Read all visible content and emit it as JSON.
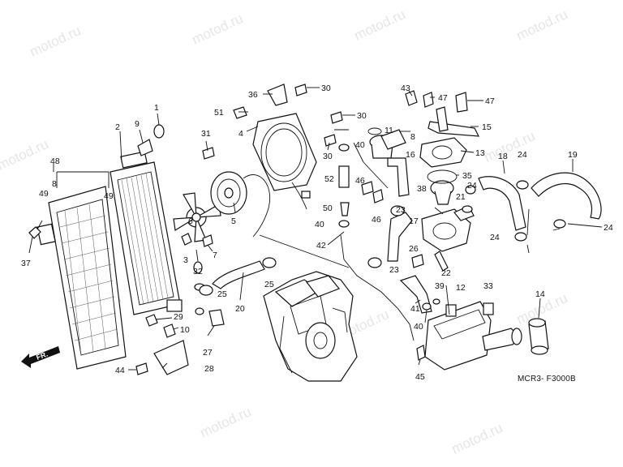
{
  "diagram": {
    "code": "MCR3- F3000B",
    "front_label": "FR.",
    "watermark": "motod.ru",
    "labels": {
      "p1": "1",
      "p2": "2",
      "p3": "3",
      "p4": "4",
      "p5": "5",
      "p6": "6",
      "p7": "7",
      "p8a": "8",
      "p8b": "8",
      "p9": "9",
      "p10": "10",
      "p11": "11",
      "p12": "12",
      "p13": "13",
      "p14": "14",
      "p15": "15",
      "p16": "16",
      "p17": "17",
      "p18": "18",
      "p19": "19",
      "p20": "20",
      "p21": "21",
      "p22": "22",
      "p23a": "23",
      "p23b": "23",
      "p24a": "24",
      "p24b": "24",
      "p24c": "24",
      "p24d": "24",
      "p25a": "25",
      "p25b": "25",
      "p26": "26",
      "p27": "27",
      "p28": "28",
      "p29": "29",
      "p30a": "30",
      "p30b": "30",
      "p30c": "30",
      "p31": "31",
      "p32": "32",
      "p33": "33",
      "p35": "35",
      "p36": "36",
      "p37": "37",
      "p38": "38",
      "p39": "39",
      "p40a": "40",
      "p40b": "40",
      "p40c": "40",
      "p41": "41",
      "p42": "42",
      "p43": "43",
      "p44": "44",
      "p45": "45",
      "p46a": "46",
      "p46b": "46",
      "p47a": "47",
      "p47b": "47",
      "p48": "48",
      "p49a": "49",
      "p49b": "49",
      "p50": "50",
      "p51": "51",
      "p52": "52"
    }
  }
}
